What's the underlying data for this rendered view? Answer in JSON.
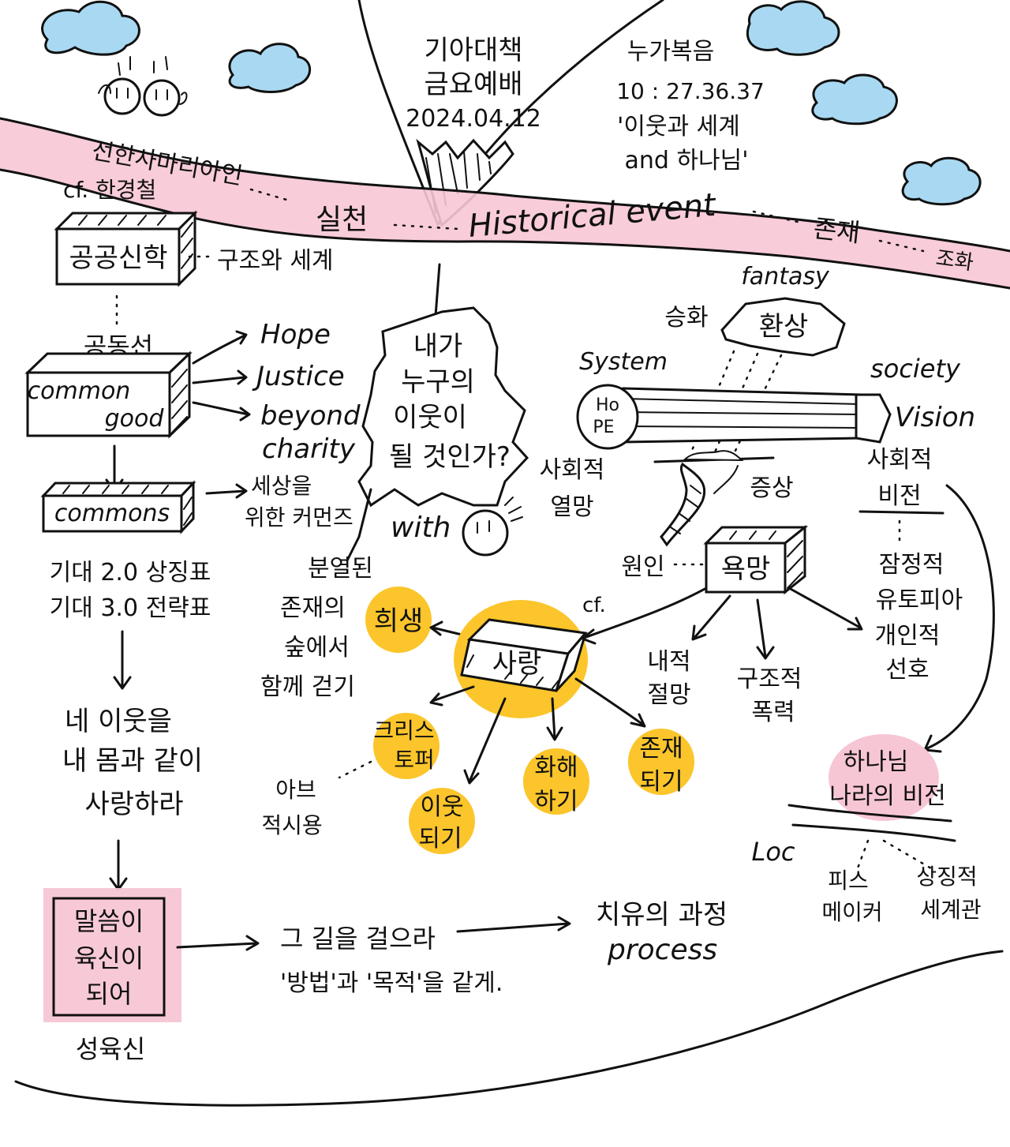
{
  "colors": {
    "cloud": "#a9d9f2",
    "pink": "#f7c6d5",
    "yellow": "#fbc52b",
    "ink": "#111111"
  },
  "header": {
    "title_lines": [
      "기아대책",
      "금요예배",
      "2024.04.12"
    ],
    "scripture_lines": [
      "누가복음",
      "10 : 27.36.37",
      "'이웃과 세계",
      "and 하나님'"
    ]
  },
  "river": {
    "samaritan": "선한사마리아인",
    "practice": "실천",
    "historical_event": "Historical event",
    "existence": "존재",
    "harmony": "조화"
  },
  "left": {
    "cf_name": "cf. 한경철",
    "public_theology": "공공신학",
    "structure_world": "구조와 세계",
    "common_good_ko": "공동선",
    "common_good_en": [
      "common",
      "good"
    ],
    "outputs": [
      "Hope",
      "Justice",
      "beyond",
      "charity"
    ],
    "commons": "commons",
    "commons_note": [
      "세상을",
      "위한 커먼즈"
    ],
    "kiae": [
      "기대 2.0 상징표",
      "기대 3.0 전략표"
    ],
    "love_neighbor": [
      "네 이웃을",
      "내 몸과 같이",
      "사랑하라"
    ],
    "incarnation_box": [
      "말씀이",
      "육신이",
      "되어"
    ],
    "incarnation": "성육신"
  },
  "center": {
    "question": [
      "내가",
      "누구의",
      "이웃이",
      "될 것인가?"
    ],
    "with": "with",
    "divided": [
      "분열된",
      "존재의",
      "숲에서",
      "함께 걷기"
    ],
    "sacrifice": "희생",
    "love": "사랑",
    "cf": "cf.",
    "christopher": [
      "크리스",
      "토퍼"
    ],
    "neighbor_become": [
      "이웃",
      "되기"
    ],
    "reconcile": [
      "화해",
      "하기"
    ],
    "be_existence": [
      "존재",
      "되기"
    ],
    "abraham": [
      "아브",
      "적시용"
    ],
    "walk_path": "그 길을 걸으라",
    "method_purpose": "'방법'과 '목적'을 같게.",
    "healing": "치유의 과정",
    "process": "process"
  },
  "right": {
    "fantasy": "fantasy",
    "sublimation": "승화",
    "illusion": "환상",
    "system": "System",
    "society": "society",
    "hope_badge": [
      "Ho",
      "PE"
    ],
    "vision": "Vision",
    "social_desire": [
      "사회적",
      "열망"
    ],
    "symptom": "증상",
    "social_vision": [
      "사회적",
      "비전"
    ],
    "cause": "원인",
    "desire": "욕망",
    "temporary_utopia": [
      "잠정적",
      "유토피아"
    ],
    "inner_despair": [
      "내적",
      "절망"
    ],
    "structural_violence": [
      "구조적",
      "폭력"
    ],
    "personal_preference": [
      "개인적",
      "선호"
    ],
    "kingdom_vision": [
      "하나님",
      "나라의 비전"
    ],
    "loc": "Loc",
    "peace_maker": [
      "피스",
      "메이커"
    ],
    "spiritual_world": [
      "상징적",
      "세계관"
    ]
  }
}
